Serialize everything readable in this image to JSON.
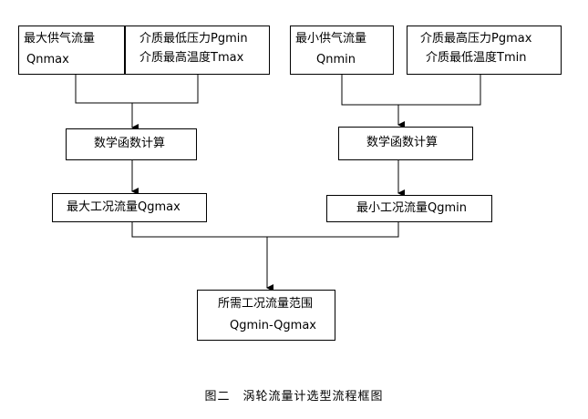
{
  "boxes": {
    "max_supply": {
      "line1": "最大供气流量",
      "line2": "Qnmax"
    },
    "min_pressure_max_temp": {
      "line1": "介质最低压力Pgmin",
      "line2": "介质最高温度Tmax"
    },
    "min_supply": {
      "line1": "最小供气流量",
      "line2": "Qnmin"
    },
    "max_pressure_min_temp": {
      "line1": "介质最高压力Pgmax",
      "line2": "介质最低温度Tmin"
    },
    "math_calc_left": {
      "line1": "数学函数计算"
    },
    "math_calc_right": {
      "line1": "数学函数计算"
    },
    "max_working_flow": {
      "line1": "最大工况流量Qgmax"
    },
    "min_working_flow": {
      "line1": "最小工况流量Qgmin"
    },
    "required_range": {
      "line1": "所需工况流量范围",
      "line2": "Qgmin-Qgmax"
    }
  },
  "caption": "图二　涡轮流量计选型流程框图"
}
